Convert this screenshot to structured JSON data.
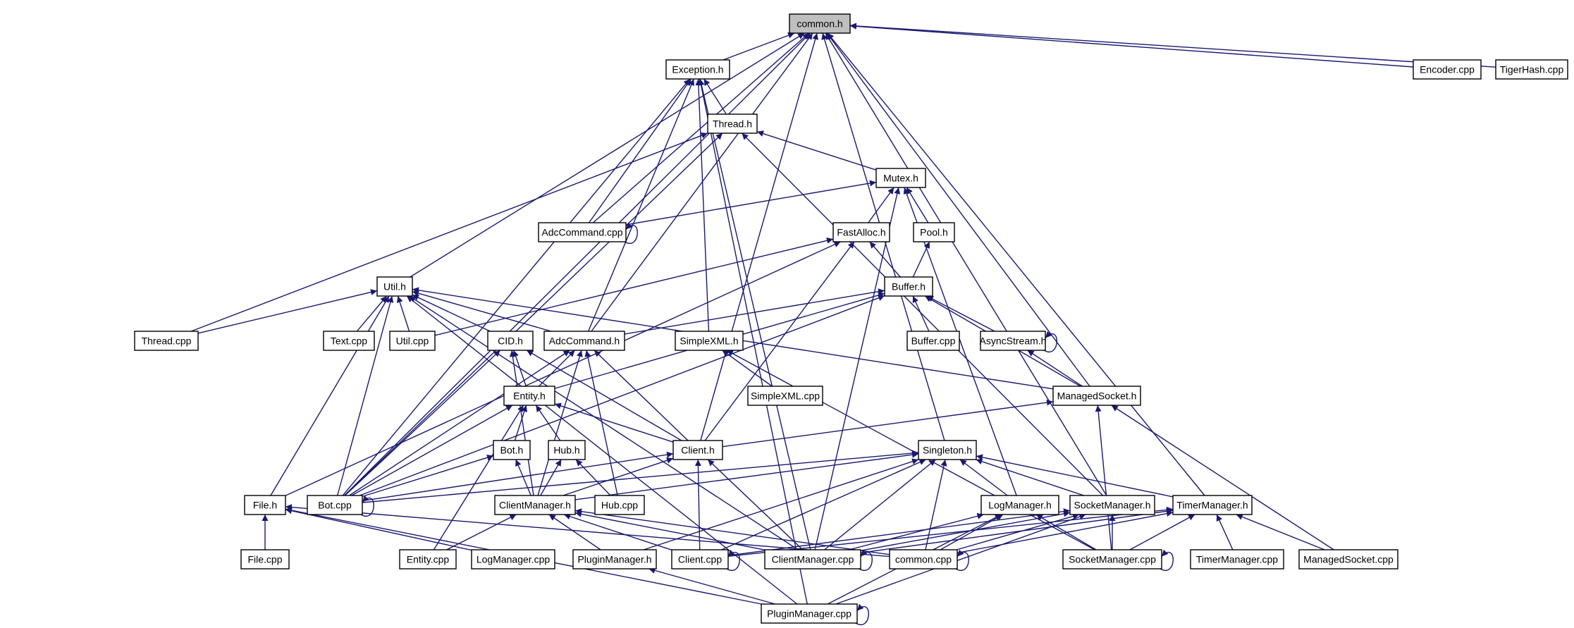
{
  "diagram": {
    "title": "",
    "colors": {
      "edge": "#191970",
      "node_border": "#000000",
      "node_fill": "#ffffff",
      "root_fill": "#bfbfbf"
    },
    "nodes": [
      {
        "id": "common_h",
        "label": "common.h",
        "root": true
      },
      {
        "id": "exception_h",
        "label": "Exception.h"
      },
      {
        "id": "encoder_cpp",
        "label": "Encoder.cpp"
      },
      {
        "id": "tigerhash_cpp",
        "label": "TigerHash.cpp"
      },
      {
        "id": "thread_h",
        "label": "Thread.h"
      },
      {
        "id": "mutex_h",
        "label": "Mutex.h"
      },
      {
        "id": "adccommand_cpp",
        "label": "AdcCommand.cpp"
      },
      {
        "id": "fastalloc_h",
        "label": "FastAlloc.h"
      },
      {
        "id": "pool_h",
        "label": "Pool.h"
      },
      {
        "id": "util_h",
        "label": "Util.h"
      },
      {
        "id": "buffer_h",
        "label": "Buffer.h"
      },
      {
        "id": "thread_cpp",
        "label": "Thread.cpp"
      },
      {
        "id": "text_cpp",
        "label": "Text.cpp"
      },
      {
        "id": "util_cpp",
        "label": "Util.cpp"
      },
      {
        "id": "cid_h",
        "label": "CID.h"
      },
      {
        "id": "adccommand_h",
        "label": "AdcCommand.h"
      },
      {
        "id": "simplexml_h",
        "label": "SimpleXML.h"
      },
      {
        "id": "buffer_cpp",
        "label": "Buffer.cpp"
      },
      {
        "id": "asyncstream_h",
        "label": "AsyncStream.h"
      },
      {
        "id": "simplexml_cpp",
        "label": "SimpleXML.cpp"
      },
      {
        "id": "entity_h",
        "label": "Entity.h"
      },
      {
        "id": "managedsocket_h",
        "label": "ManagedSocket.h"
      },
      {
        "id": "bot_h",
        "label": "Bot.h"
      },
      {
        "id": "hub_h",
        "label": "Hub.h"
      },
      {
        "id": "client_h",
        "label": "Client.h"
      },
      {
        "id": "singleton_h",
        "label": "Singleton.h"
      },
      {
        "id": "file_h",
        "label": "File.h"
      },
      {
        "id": "bot_cpp",
        "label": "Bot.cpp"
      },
      {
        "id": "clientmanager_h",
        "label": "ClientManager.h"
      },
      {
        "id": "hub_cpp",
        "label": "Hub.cpp"
      },
      {
        "id": "logmanager_h",
        "label": "LogManager.h"
      },
      {
        "id": "socketmanager_h",
        "label": "SocketManager.h"
      },
      {
        "id": "timermanager_h",
        "label": "TimerManager.h"
      },
      {
        "id": "file_cpp",
        "label": "File.cpp"
      },
      {
        "id": "entity_cpp",
        "label": "Entity.cpp"
      },
      {
        "id": "logmanager_cpp",
        "label": "LogManager.cpp"
      },
      {
        "id": "pluginmanager_h",
        "label": "PluginManager.h"
      },
      {
        "id": "client_cpp",
        "label": "Client.cpp"
      },
      {
        "id": "clientmanager_cpp",
        "label": "ClientManager.cpp"
      },
      {
        "id": "common_cpp",
        "label": "common.cpp"
      },
      {
        "id": "socketmanager_cpp",
        "label": "SocketManager.cpp"
      },
      {
        "id": "timermanager_cpp",
        "label": "TimerManager.cpp"
      },
      {
        "id": "managedsocket_cpp",
        "label": "ManagedSocket.cpp"
      },
      {
        "id": "pluginmanager_cpp",
        "label": "PluginManager.cpp"
      }
    ],
    "edges": [
      [
        "exception_h",
        "common_h"
      ],
      [
        "encoder_cpp",
        "common_h"
      ],
      [
        "tigerhash_cpp",
        "common_h"
      ],
      [
        "util_h",
        "common_h"
      ],
      [
        "adccommand_h",
        "common_h"
      ],
      [
        "adccommand_cpp",
        "common_h"
      ],
      [
        "client_h",
        "common_h"
      ],
      [
        "managedsocket_h",
        "common_h"
      ],
      [
        "singleton_h",
        "common_h"
      ],
      [
        "socketmanager_h",
        "common_h"
      ],
      [
        "timermanager_h",
        "common_h"
      ],
      [
        "bot_cpp",
        "common_h"
      ],
      [
        "thread_h",
        "exception_h"
      ],
      [
        "adccommand_cpp",
        "exception_h"
      ],
      [
        "adccommand_h",
        "exception_h"
      ],
      [
        "simplexml_h",
        "exception_h"
      ],
      [
        "bot_cpp",
        "exception_h"
      ],
      [
        "clientmanager_cpp",
        "exception_h"
      ],
      [
        "pluginmanager_cpp",
        "exception_h"
      ],
      [
        "mutex_h",
        "thread_h"
      ],
      [
        "thread_cpp",
        "thread_h"
      ],
      [
        "bot_cpp",
        "thread_h"
      ],
      [
        "socketmanager_h",
        "thread_h"
      ],
      [
        "fastalloc_h",
        "mutex_h"
      ],
      [
        "pool_h",
        "mutex_h"
      ],
      [
        "adccommand_cpp",
        "mutex_h"
      ],
      [
        "logmanager_h",
        "mutex_h"
      ],
      [
        "clientmanager_cpp",
        "mutex_h"
      ],
      [
        "adccommand_cpp",
        "adccommand_cpp"
      ],
      [
        "buffer_h",
        "fastalloc_h"
      ],
      [
        "client_h",
        "fastalloc_h"
      ],
      [
        "file_h",
        "fastalloc_h"
      ],
      [
        "util_cpp",
        "fastalloc_h"
      ],
      [
        "buffer_h",
        "pool_h"
      ],
      [
        "thread_cpp",
        "util_h"
      ],
      [
        "text_cpp",
        "util_h"
      ],
      [
        "util_cpp",
        "util_h"
      ],
      [
        "cid_h",
        "util_h"
      ],
      [
        "adccommand_h",
        "util_h"
      ],
      [
        "managedsocket_h",
        "util_h"
      ],
      [
        "file_h",
        "util_h"
      ],
      [
        "bot_cpp",
        "util_h"
      ],
      [
        "clientmanager_cpp",
        "util_h"
      ],
      [
        "pluginmanager_cpp",
        "util_h"
      ],
      [
        "buffer_cpp",
        "buffer_h"
      ],
      [
        "asyncstream_h",
        "buffer_h"
      ],
      [
        "adccommand_h",
        "buffer_h"
      ],
      [
        "entity_h",
        "buffer_h"
      ],
      [
        "managedsocket_h",
        "buffer_h"
      ],
      [
        "bot_cpp",
        "buffer_h"
      ],
      [
        "entity_h",
        "cid_h"
      ],
      [
        "client_h",
        "cid_h"
      ],
      [
        "clientmanager_h",
        "cid_h"
      ],
      [
        "bot_cpp",
        "cid_h"
      ],
      [
        "entity_h",
        "adccommand_h"
      ],
      [
        "client_h",
        "adccommand_h"
      ],
      [
        "clientmanager_h",
        "adccommand_h"
      ],
      [
        "hub_cpp",
        "adccommand_h"
      ],
      [
        "bot_cpp",
        "adccommand_h"
      ],
      [
        "simplexml_cpp",
        "simplexml_h"
      ],
      [
        "socketmanager_cpp",
        "simplexml_h"
      ],
      [
        "managedsocket_h",
        "asyncstream_h"
      ],
      [
        "asyncstream_h",
        "asyncstream_h"
      ],
      [
        "bot_h",
        "entity_h"
      ],
      [
        "hub_h",
        "entity_h"
      ],
      [
        "client_h",
        "entity_h"
      ],
      [
        "entity_cpp",
        "entity_h"
      ],
      [
        "bot_cpp",
        "entity_h"
      ],
      [
        "client_h",
        "managedsocket_h"
      ],
      [
        "socketmanager_cpp",
        "managedsocket_h"
      ],
      [
        "managedsocket_cpp",
        "managedsocket_h"
      ],
      [
        "bot_cpp",
        "bot_h"
      ],
      [
        "clientmanager_h",
        "bot_h"
      ],
      [
        "clientmanager_h",
        "hub_h"
      ],
      [
        "hub_cpp",
        "hub_h"
      ],
      [
        "clientmanager_h",
        "client_h"
      ],
      [
        "client_cpp",
        "client_h"
      ],
      [
        "clientmanager_cpp",
        "client_h"
      ],
      [
        "bot_cpp",
        "client_h"
      ],
      [
        "clientmanager_h",
        "singleton_h"
      ],
      [
        "logmanager_h",
        "singleton_h"
      ],
      [
        "socketmanager_h",
        "singleton_h"
      ],
      [
        "timermanager_h",
        "singleton_h"
      ],
      [
        "pluginmanager_h",
        "singleton_h"
      ],
      [
        "common_cpp",
        "singleton_h"
      ],
      [
        "clientmanager_cpp",
        "singleton_h"
      ],
      [
        "client_cpp",
        "singleton_h"
      ],
      [
        "bot_cpp",
        "singleton_h"
      ],
      [
        "file_cpp",
        "file_h"
      ],
      [
        "logmanager_cpp",
        "file_h"
      ],
      [
        "pluginmanager_cpp",
        "file_h"
      ],
      [
        "common_cpp",
        "file_h"
      ],
      [
        "bot_cpp",
        "bot_cpp"
      ],
      [
        "entity_cpp",
        "clientmanager_h"
      ],
      [
        "pluginmanager_h",
        "clientmanager_h"
      ],
      [
        "client_cpp",
        "clientmanager_h"
      ],
      [
        "clientmanager_cpp",
        "clientmanager_h"
      ],
      [
        "common_cpp",
        "clientmanager_h"
      ],
      [
        "socketmanager_cpp",
        "logmanager_h"
      ],
      [
        "common_cpp",
        "logmanager_h"
      ],
      [
        "clientmanager_cpp",
        "logmanager_h"
      ],
      [
        "pluginmanager_cpp",
        "logmanager_h"
      ],
      [
        "socketmanager_cpp",
        "socketmanager_h"
      ],
      [
        "client_cpp",
        "socketmanager_h"
      ],
      [
        "clientmanager_cpp",
        "socketmanager_h"
      ],
      [
        "common_cpp",
        "socketmanager_h"
      ],
      [
        "pluginmanager_cpp",
        "socketmanager_h"
      ],
      [
        "timermanager_cpp",
        "timermanager_h"
      ],
      [
        "socketmanager_cpp",
        "timermanager_h"
      ],
      [
        "managedsocket_cpp",
        "timermanager_h"
      ],
      [
        "clientmanager_cpp",
        "timermanager_h"
      ],
      [
        "client_cpp",
        "timermanager_h"
      ],
      [
        "common_cpp",
        "timermanager_h"
      ],
      [
        "pluginmanager_cpp",
        "pluginmanager_h"
      ],
      [
        "client_cpp",
        "client_cpp"
      ],
      [
        "clientmanager_cpp",
        "clientmanager_cpp"
      ],
      [
        "common_cpp",
        "common_cpp"
      ],
      [
        "socketmanager_cpp",
        "socketmanager_cpp"
      ],
      [
        "pluginmanager_cpp",
        "pluginmanager_cpp"
      ]
    ]
  }
}
